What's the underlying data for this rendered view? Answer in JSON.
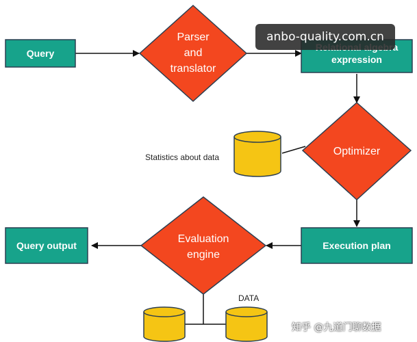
{
  "colors": {
    "box_fill": "#17a38b",
    "box_stroke": "#2c3e50",
    "diamond_fill": "#f3471f",
    "cylinder_fill": "#f5c514",
    "edge": "#111111"
  },
  "boxes": {
    "query": "Query",
    "relational_algebra_line1": "Relational algebra",
    "relational_algebra_line2": "expression",
    "query_output": "Query output",
    "execution_plan": "Execution plan"
  },
  "decisions": {
    "parser_line1": "Parser",
    "parser_line2": "and",
    "parser_line3": "translator",
    "optimizer": "Optimizer",
    "evaluation_line1": "Evaluation",
    "evaluation_line2": "engine"
  },
  "annotations": {
    "statistics": "Statistics about data",
    "data": "DATA"
  },
  "watermarks": {
    "site": "anbo-quality.com.cn",
    "corner": "知乎 @九道门聊数据"
  }
}
